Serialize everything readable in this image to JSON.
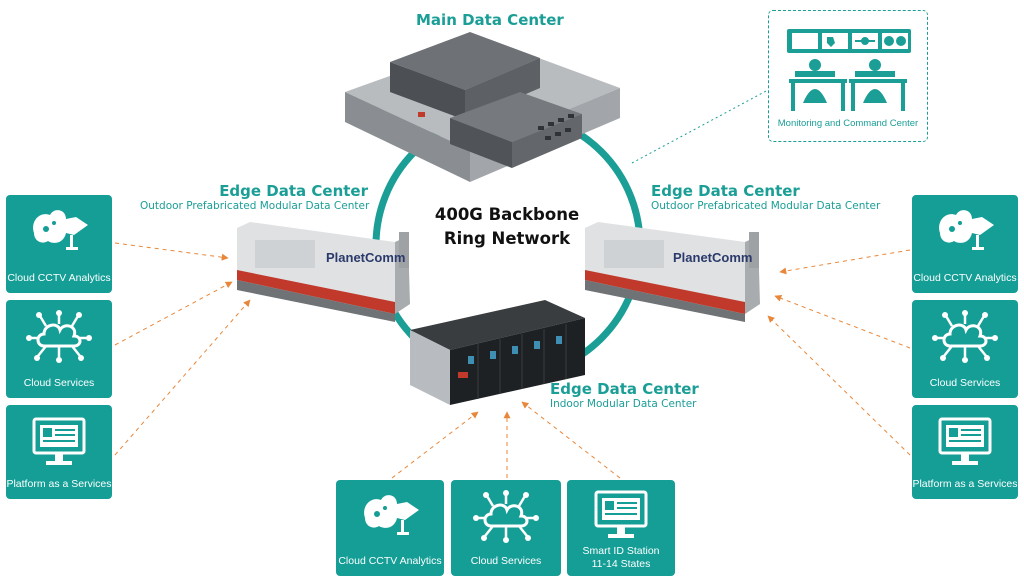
{
  "main_dc": {
    "title": "Main Data Center"
  },
  "ring": {
    "line1": "400G Backbone",
    "line2": "Ring Network"
  },
  "edge_left": {
    "title": "Edge Data Center",
    "subtitle": "Outdoor Prefabricated Modular Data Center"
  },
  "edge_right": {
    "title": "Edge Data Center",
    "subtitle": "Outdoor Prefabricated Modular Data Center"
  },
  "edge_indoor": {
    "title": "Edge Data Center",
    "subtitle": "Indoor Modular Data Center"
  },
  "container_brand": "PlanetComm",
  "monitoring": {
    "caption": "Monitoring and Command Center"
  },
  "tiles_left": [
    {
      "caption": "Cloud CCTV Analytics",
      "icon": "cctv-brain-icon"
    },
    {
      "caption": "Cloud Services",
      "icon": "cloud-network-icon"
    },
    {
      "caption": "Platform as a Services",
      "icon": "monitor-icon"
    }
  ],
  "tiles_right": [
    {
      "caption": "Cloud CCTV Analytics",
      "icon": "cctv-brain-icon"
    },
    {
      "caption": "Cloud Services",
      "icon": "cloud-network-icon"
    },
    {
      "caption": "Platform as a Services",
      "icon": "monitor-icon"
    }
  ],
  "tiles_bottom": [
    {
      "caption": "Cloud CCTV Analytics",
      "icon": "cctv-brain-icon"
    },
    {
      "caption": "Cloud Services",
      "icon": "cloud-network-icon"
    },
    {
      "caption": "Smart ID Station",
      "caption2": "11-14 States",
      "icon": "monitor-icon"
    }
  ],
  "colors": {
    "teal": "#149e96",
    "ring": "#1a9e96",
    "arrow": "#e8873a"
  }
}
